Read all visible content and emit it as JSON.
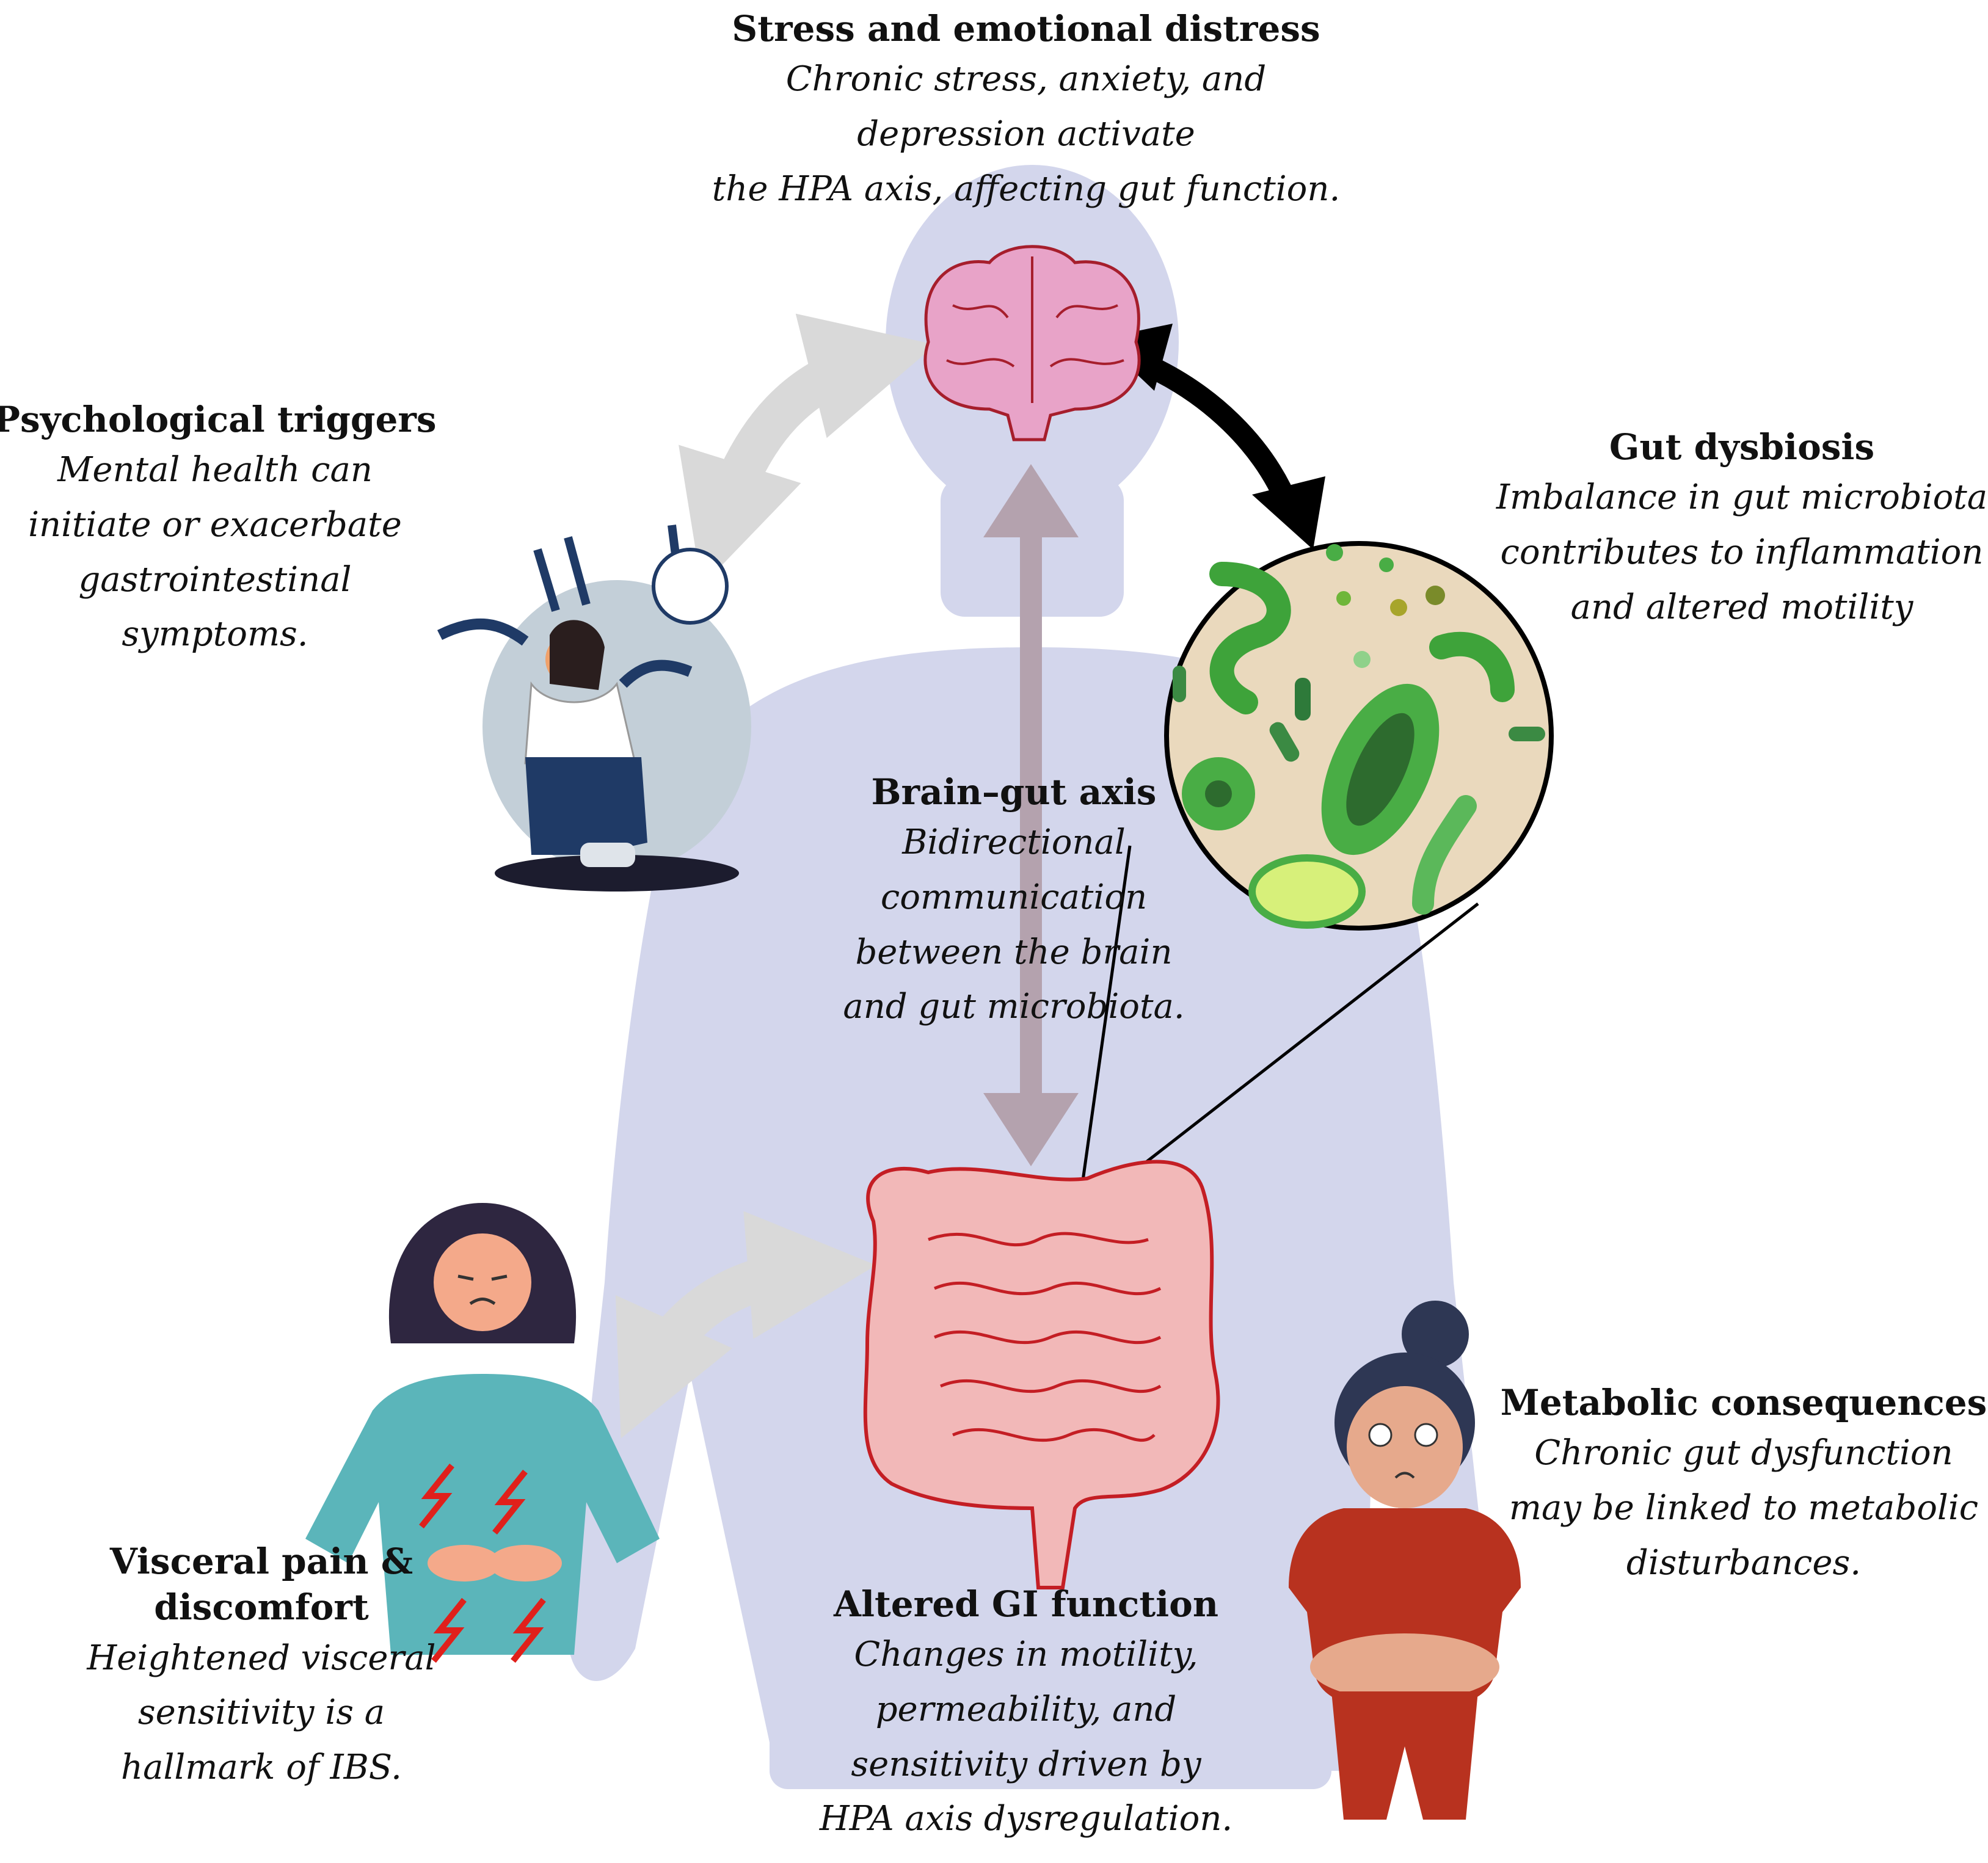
{
  "labels": {
    "stress": {
      "title": "Stress and emotional distress",
      "lines": [
        "Chronic stress, anxiety, and",
        "depression activate",
        "the HPA axis, affecting gut function."
      ]
    },
    "psychological": {
      "title": "Psychological triggers",
      "lines": [
        "Mental health can",
        "initiate or exacerbate",
        "gastrointestinal",
        "symptoms."
      ]
    },
    "dysbiosis": {
      "title": "Gut dysbiosis",
      "lines": [
        "Imbalance in gut microbiota",
        "contributes to inflammation",
        "and altered motility"
      ]
    },
    "axis": {
      "title": "Brain–gut axis",
      "lines": [
        "Bidirectional",
        "communication",
        "between the brain",
        "and gut microbiota."
      ]
    },
    "visceral": {
      "title_lines": [
        "Visceral pain &",
        "discomfort"
      ],
      "lines": [
        "Heightened visceral",
        "sensitivity is a",
        "hallmark of IBS."
      ]
    },
    "gi": {
      "title": "Altered GI function",
      "lines": [
        "Changes in motility,",
        "permeability, and",
        "sensitivity driven by",
        "HPA axis dysregulation."
      ]
    },
    "metabolic": {
      "title": "Metabolic consequences",
      "lines": [
        "Chronic gut dysfunction",
        "may be linked to metabolic",
        "disturbances."
      ]
    }
  },
  "colors": {
    "silhouette": "#d3d6ec",
    "brain": "#e8a3c8",
    "intestine": "#f2b8b8",
    "microbe_bg": "#ead9bd",
    "microbe_green": "#3ea33a",
    "axis_arrow": "#b4a2ae",
    "grey_arrow": "#d9d9d9",
    "black_arrow": "#000000",
    "shirt_teal": "#5bb5ba",
    "dress_red": "#b8321f",
    "pain_red": "#e0201b"
  },
  "icons": [
    "brain-icon",
    "intestine-icon",
    "microbiota-icon",
    "stressed-woman-icon",
    "abdominal-pain-woman-icon",
    "overweight-woman-icon",
    "human-silhouette"
  ]
}
